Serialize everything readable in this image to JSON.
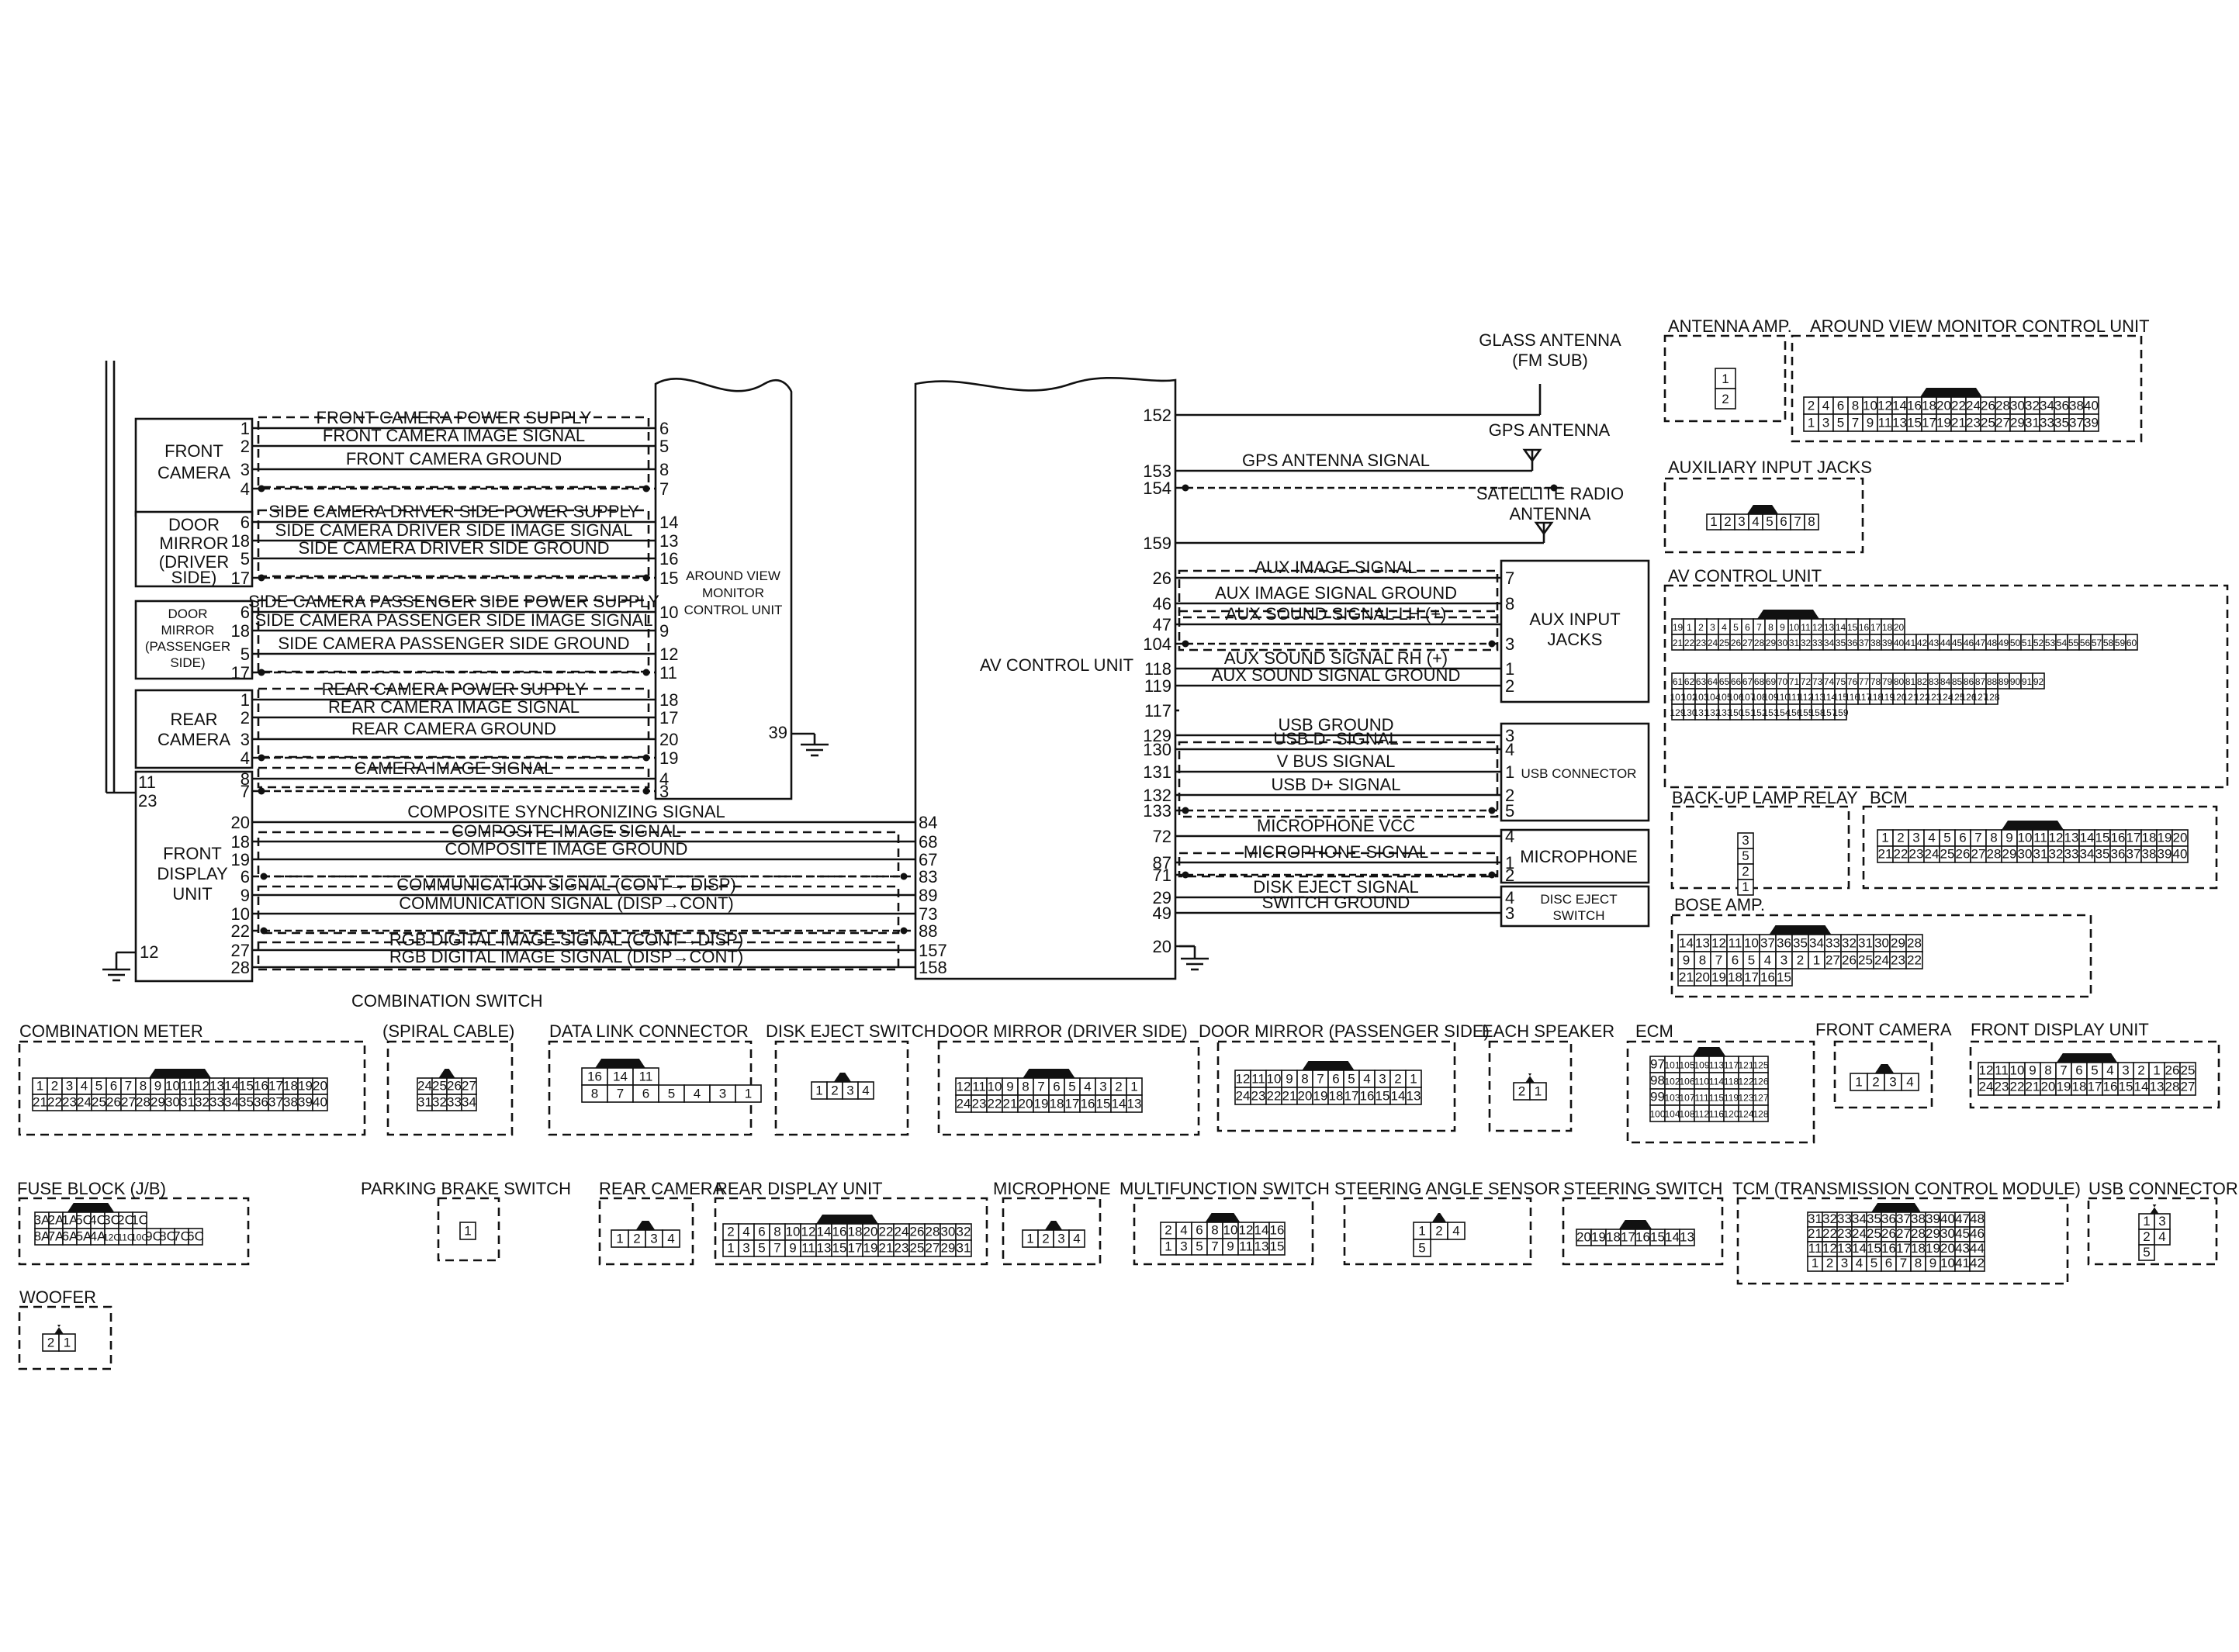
{
  "components": {
    "front_camera": [
      "FRONT",
      "CAMERA"
    ],
    "door_mirror_driver": [
      "DOOR",
      "MIRROR",
      "(DRIVER",
      "SIDE)"
    ],
    "door_mirror_passenger": [
      "DOOR",
      "MIRROR",
      "(PASSENGER",
      "SIDE)"
    ],
    "rear_camera": [
      "REAR",
      "CAMERA"
    ],
    "front_display": [
      "FRONT",
      "DISPLAY",
      "UNIT"
    ],
    "avm_unit": [
      "AROUND VIEW",
      "MONITOR",
      "CONTROL UNIT"
    ],
    "av_control_unit": "AV CONTROL UNIT",
    "glass_antenna": [
      "GLASS ANTENNA",
      "(FM SUB)"
    ],
    "gps_antenna": "GPS ANTENNA",
    "sat_radio_antenna": [
      "SATELLITE RADIO",
      "ANTENNA"
    ],
    "aux_input_jacks": [
      "AUX INPUT",
      "JACKS"
    ],
    "usb_connector": "USB CONNECTOR",
    "microphone": "MICROPHONE",
    "disc_eject_switch": [
      "DISC EJECT",
      "SWITCH"
    ]
  },
  "avm_wires": [
    {
      "label": "FRONT CAMERA POWER SUPPLY",
      "from_pin": "1",
      "to_pin": "6"
    },
    {
      "label": "FRONT CAMERA IMAGE SIGNAL",
      "from_pin": "2",
      "to_pin": "5"
    },
    {
      "label": "FRONT CAMERA GROUND",
      "from_pin": "3",
      "to_pin": "8"
    },
    {
      "label": "",
      "from_pin": "4",
      "to_pin": "7"
    },
    {
      "label": "SIDE CAMERA DRIVER SIDE POWER SUPPLY",
      "from_pin": "6",
      "to_pin": "14"
    },
    {
      "label": "SIDE CAMERA DRIVER SIDE IMAGE SIGNAL",
      "from_pin": "18",
      "to_pin": "13"
    },
    {
      "label": "SIDE CAMERA DRIVER SIDE GROUND",
      "from_pin": "5",
      "to_pin": "16"
    },
    {
      "label": "",
      "from_pin": "17",
      "to_pin": "15"
    },
    {
      "label": "SIDE CAMERA PASSENGER SIDE POWER SUPPLY",
      "from_pin": "6",
      "to_pin": "10"
    },
    {
      "label": "SIDE CAMERA PASSENGER SIDE IMAGE SIGNAL",
      "from_pin": "18",
      "to_pin": "9"
    },
    {
      "label": "SIDE CAMERA PASSENGER SIDE GROUND",
      "from_pin": "5",
      "to_pin": "12"
    },
    {
      "label": "",
      "from_pin": "17",
      "to_pin": "11"
    },
    {
      "label": "REAR CAMERA POWER SUPPLY",
      "from_pin": "1",
      "to_pin": "18"
    },
    {
      "label": "REAR CAMERA IMAGE SIGNAL",
      "from_pin": "2",
      "to_pin": "17"
    },
    {
      "label": "REAR CAMERA GROUND",
      "from_pin": "3",
      "to_pin": "20"
    },
    {
      "label": "",
      "from_pin": "4",
      "to_pin": "19"
    },
    {
      "label": "CAMERA IMAGE SIGNAL",
      "from_pin": "8",
      "to_pin": "4"
    },
    {
      "label": "",
      "from_pin": "7",
      "to_pin": "3"
    }
  ],
  "display_wires": [
    {
      "label": "COMPOSITE SYNCHRONIZING SIGNAL",
      "from_pin": "20",
      "to_pin": "84"
    },
    {
      "label": "COMPOSITE IMAGE SIGNAL",
      "from_pin": "18",
      "to_pin": "68"
    },
    {
      "label": "COMPOSITE IMAGE GROUND",
      "from_pin": "19",
      "to_pin": "67"
    },
    {
      "label": "",
      "from_pin": "6",
      "to_pin": "83"
    },
    {
      "label": "COMMUNICATION SIGNAL (CONT→ DISP)",
      "from_pin": "9",
      "to_pin": "89"
    },
    {
      "label": "COMMUNICATION SIGNAL (DISP→CONT)",
      "from_pin": "10",
      "to_pin": "73"
    },
    {
      "label": "",
      "from_pin": "22",
      "to_pin": "88"
    },
    {
      "label": "RGB DIGITAL IMAGE SIGNAL (CONT→DISP)",
      "from_pin": "27",
      "to_pin": "157"
    },
    {
      "label": "RGB DIGITAL IMAGE SIGNAL (DISP→CONT)",
      "from_pin": "28",
      "to_pin": "158"
    }
  ],
  "fd_extra_pins": [
    "11",
    "23",
    "12"
  ],
  "avm_ground_pin": "39",
  "av_right_wires": [
    {
      "label": "",
      "pin": "152",
      "end": ""
    },
    {
      "label": "GPS ANTENNA SIGNAL",
      "pin": "153",
      "end": ""
    },
    {
      "label": "",
      "pin": "154",
      "end": ""
    },
    {
      "label": "",
      "pin": "159",
      "end": ""
    },
    {
      "label": "AUX IMAGE SIGNAL",
      "pin": "26",
      "end": "7"
    },
    {
      "label": "AUX IMAGE SIGNAL GROUND",
      "pin": "46",
      "end": "8"
    },
    {
      "label": "AUX SOUND SIGNAL LH (+)",
      "pin": "47",
      "end": ""
    },
    {
      "label": "",
      "pin": "104",
      "end": "3"
    },
    {
      "label": "AUX SOUND SIGNAL RH (+)",
      "pin": "118",
      "end": "1"
    },
    {
      "label": "AUX SOUND SIGNAL GROUND",
      "pin": "119",
      "end": "2"
    },
    {
      "label": "",
      "pin": "117",
      "end": ""
    },
    {
      "label": "USB GROUND",
      "pin": "129",
      "end": "3"
    },
    {
      "label": "USB D- SIGNAL",
      "pin": "130",
      "end": "4"
    },
    {
      "label": "V BUS SIGNAL",
      "pin": "131",
      "end": "1"
    },
    {
      "label": "USB D+ SIGNAL",
      "pin": "132",
      "end": "2"
    },
    {
      "label": "",
      "pin": "133",
      "end": "5"
    },
    {
      "label": "MICROPHONE VCC",
      "pin": "72",
      "end": "4"
    },
    {
      "label": "MICROPHONE SIGNAL",
      "pin": "87",
      "end": "1"
    },
    {
      "label": "",
      "pin": "71",
      "end": "2"
    },
    {
      "label": "DISK EJECT SIGNAL",
      "pin": "29",
      "end": "4"
    },
    {
      "label": "SWITCH GROUND",
      "pin": "49",
      "end": "3"
    },
    {
      "label": "",
      "pin": "20",
      "end": ""
    }
  ],
  "connector_views": [
    {
      "title": "ANTENNA AMP.",
      "rows": [
        [
          "1"
        ],
        [
          "2"
        ]
      ]
    },
    {
      "title": "AROUND VIEW MONITOR CONTROL UNIT",
      "rows": [
        [
          "2",
          "4",
          "6",
          "8",
          "10",
          "12",
          "14",
          "16",
          "18",
          "20",
          "22",
          "24",
          "26",
          "28",
          "30",
          "32",
          "34",
          "36",
          "38",
          "40"
        ],
        [
          "1",
          "3",
          "5",
          "7",
          "9",
          "11",
          "13",
          "15",
          "17",
          "19",
          "21",
          "23",
          "25",
          "27",
          "29",
          "31",
          "33",
          "35",
          "37",
          "39"
        ]
      ]
    },
    {
      "title": "AUXILIARY INPUT JACKS",
      "rows": [
        [
          "1",
          "2",
          "3",
          "4",
          "5",
          "6",
          "7",
          "8"
        ]
      ]
    },
    {
      "title": "AV CONTROL UNIT",
      "rows": [
        [
          "19",
          "1",
          "2",
          "3",
          "4",
          "5",
          "6",
          "7",
          "8",
          "9",
          "10",
          "11",
          "12",
          "13",
          "14",
          "15",
          "16",
          "17",
          "18",
          "20"
        ],
        [
          "21",
          "22",
          "23",
          "24",
          "25",
          "26",
          "27",
          "28",
          "29",
          "30",
          "31",
          "32",
          "33",
          "34",
          "35",
          "36",
          "37",
          "38",
          "39",
          "40",
          "41",
          "42",
          "43",
          "44",
          "45",
          "46",
          "47",
          "48",
          "49",
          "50",
          "51",
          "52",
          "53",
          "54",
          "55",
          "56",
          "57",
          "58",
          "59",
          "60"
        ],
        [
          "61",
          "62",
          "63",
          "64",
          "65",
          "66",
          "67",
          "68",
          "69",
          "70",
          "71",
          "72",
          "73",
          "74",
          "75",
          "76",
          "77",
          "78",
          "79",
          "80",
          "81",
          "82",
          "83",
          "84",
          "85",
          "86",
          "87",
          "88",
          "89",
          "90",
          "91",
          "92"
        ],
        [
          "101",
          "102",
          "103",
          "104",
          "105",
          "106",
          "107",
          "108",
          "109",
          "110",
          "111",
          "112",
          "113",
          "114",
          "115",
          "116",
          "117",
          "118",
          "119",
          "120",
          "121",
          "122",
          "123",
          "124",
          "125",
          "126",
          "127",
          "128"
        ],
        [
          "129",
          "130",
          "131",
          "132",
          "133",
          "150",
          "151",
          "152",
          "153",
          "154",
          "156",
          "155",
          "158",
          "157",
          "159"
        ]
      ]
    },
    {
      "title": "BACK-UP LAMP RELAY",
      "rows": [
        [
          "3"
        ],
        [
          "5"
        ],
        [
          "2",
          "1"
        ]
      ]
    },
    {
      "title": "BCM",
      "rows": [
        [
          "1",
          "2",
          "3",
          "4",
          "5",
          "6",
          "7",
          "8",
          "9",
          "10",
          "11",
          "12",
          "13",
          "14",
          "15",
          "16",
          "17",
          "18",
          "19",
          "20"
        ],
        [
          "21",
          "22",
          "23",
          "24",
          "25",
          "26",
          "27",
          "28",
          "29",
          "30",
          "31",
          "32",
          "33",
          "34",
          "35",
          "36",
          "37",
          "38",
          "39",
          "40"
        ]
      ]
    },
    {
      "title": "BOSE AMP.",
      "rows": [
        [
          "14",
          "13",
          "12",
          "11",
          "10",
          "37",
          "36",
          "35",
          "34",
          "33",
          "32",
          "31",
          "30",
          "29",
          "28"
        ],
        [
          "9",
          "8",
          "7",
          "6",
          "5",
          "4",
          "3",
          "2",
          "1",
          "27",
          "26",
          "25",
          "24",
          "23",
          "22",
          "21",
          "20",
          "19",
          "18",
          "17",
          "16",
          "15"
        ]
      ]
    },
    {
      "title": "COMBINATION SWITCH",
      "rows": []
    },
    {
      "title": "COMBINATION METER",
      "rows": [
        [
          "1",
          "2",
          "3",
          "4",
          "5",
          "6",
          "7",
          "8",
          "9",
          "10",
          "11",
          "12",
          "13",
          "14",
          "15",
          "16",
          "17",
          "18",
          "19",
          "20"
        ],
        [
          "21",
          "22",
          "23",
          "24",
          "25",
          "26",
          "27",
          "28",
          "29",
          "30",
          "31",
          "32",
          "33",
          "34",
          "35",
          "36",
          "37",
          "38",
          "39",
          "40"
        ]
      ]
    },
    {
      "title": "(SPIRAL CABLE)",
      "rows": [
        [
          "24",
          "25",
          "26",
          "27"
        ],
        [
          "31",
          "32",
          "33",
          "34"
        ]
      ]
    },
    {
      "title": "DATA LINK CONNECTOR",
      "rows": [
        [
          "16",
          "14",
          "11"
        ],
        [
          "8",
          "7",
          "6",
          "5",
          "4",
          "3",
          "1"
        ]
      ]
    },
    {
      "title": "DISK EJECT SWITCH",
      "rows": [
        [
          "1",
          "2",
          "3",
          "4"
        ]
      ]
    },
    {
      "title": "DOOR MIRROR (DRIVER SIDE)",
      "rows": [
        [
          "12",
          "11",
          "10",
          "9",
          "8",
          "7",
          "6",
          "5",
          "4",
          "3",
          "2",
          "1"
        ],
        [
          "24",
          "23",
          "22",
          "21",
          "20",
          "19",
          "18",
          "17",
          "16",
          "15",
          "14",
          "13"
        ]
      ]
    },
    {
      "title": "DOOR MIRROR (PASSENGER SIDE)",
      "rows": [
        [
          "12",
          "11",
          "10",
          "9",
          "8",
          "7",
          "6",
          "5",
          "4",
          "3",
          "2",
          "1"
        ],
        [
          "24",
          "23",
          "22",
          "21",
          "20",
          "19",
          "18",
          "17",
          "16",
          "15",
          "14",
          "13"
        ]
      ]
    },
    {
      "title": "EACH SPEAKER",
      "rows": [
        [
          "2",
          "1"
        ]
      ]
    },
    {
      "title": "ECM",
      "rows": [
        [
          "97",
          "101",
          "105",
          "109",
          "113",
          "117",
          "121",
          "125"
        ],
        [
          "98",
          "102",
          "106",
          "110",
          "114",
          "118",
          "122",
          "126"
        ],
        [
          "99",
          "103",
          "107",
          "111",
          "115",
          "119",
          "123",
          "127"
        ],
        [
          "100",
          "104",
          "108",
          "112",
          "116",
          "120",
          "124",
          "128"
        ]
      ]
    },
    {
      "title": "FRONT CAMERA",
      "rows": [
        [
          "1",
          "2",
          "3",
          "4"
        ]
      ]
    },
    {
      "title": "FRONT DISPLAY UNIT",
      "rows": [
        [
          "12",
          "11",
          "10",
          "9",
          "8",
          "7",
          "6",
          "5",
          "4",
          "3",
          "2",
          "1",
          "26",
          "25"
        ],
        [
          "24",
          "23",
          "22",
          "21",
          "20",
          "19",
          "18",
          "17",
          "16",
          "15",
          "14",
          "13",
          "28",
          "27"
        ]
      ]
    },
    {
      "title": "FUSE BLOCK (J/B)",
      "rows": [
        [
          "3A",
          "2A",
          "1A",
          "5C",
          "4C",
          "3C",
          "2C",
          "1C"
        ],
        [
          "8A",
          "7A",
          "6A",
          "5A",
          "4A",
          "12C",
          "11C",
          "10C",
          "9C",
          "8C",
          "7C",
          "6C"
        ]
      ]
    },
    {
      "title": "PARKING BRAKE SWITCH",
      "rows": [
        [
          "1"
        ]
      ]
    },
    {
      "title": "REAR CAMERA",
      "rows": [
        [
          "1",
          "2",
          "3",
          "4"
        ]
      ]
    },
    {
      "title": "REAR DISPLAY UNIT",
      "rows": [
        [
          "2",
          "4",
          "6",
          "8",
          "10",
          "12",
          "14",
          "16",
          "18",
          "20",
          "22",
          "24",
          "26",
          "28",
          "30",
          "32"
        ],
        [
          "1",
          "3",
          "5",
          "7",
          "9",
          "11",
          "13",
          "15",
          "17",
          "19",
          "21",
          "23",
          "25",
          "27",
          "29",
          "31"
        ]
      ]
    },
    {
      "title": "MICROPHONE",
      "rows": [
        [
          "1",
          "2",
          "3",
          "4"
        ]
      ]
    },
    {
      "title": "MULTIFUNCTION SWITCH",
      "rows": [
        [
          "2",
          "4",
          "6",
          "8",
          "10",
          "12",
          "14",
          "16"
        ],
        [
          "1",
          "3",
          "5",
          "7",
          "9",
          "11",
          "13",
          "15"
        ]
      ]
    },
    {
      "title": "STEERING ANGLE SENSOR",
      "rows": [
        [
          "1",
          "2",
          "4"
        ],
        [
          "5"
        ]
      ]
    },
    {
      "title": "STEERING SWITCH",
      "rows": [
        [
          "20",
          "19",
          "18",
          "17",
          "16",
          "15",
          "14",
          "13"
        ]
      ]
    },
    {
      "title": "TCM (TRANSMISSION CONTROL MODULE)",
      "rows": [
        [
          "31",
          "32",
          "33",
          "34",
          "35",
          "36",
          "37",
          "38",
          "39",
          "40",
          "47",
          "48"
        ],
        [
          "21",
          "22",
          "23",
          "24",
          "25",
          "26",
          "27",
          "28",
          "29",
          "30",
          "45",
          "46"
        ],
        [
          "11",
          "12",
          "13",
          "14",
          "15",
          "16",
          "17",
          "18",
          "19",
          "20",
          "43",
          "44"
        ],
        [
          "1",
          "2",
          "3",
          "4",
          "5",
          "6",
          "7",
          "8",
          "9",
          "10",
          "41",
          "42"
        ]
      ]
    },
    {
      "title": "USB CONNECTOR",
      "rows": [
        [
          "1",
          "3"
        ],
        [
          "2",
          "4"
        ],
        [
          "5"
        ]
      ]
    },
    {
      "title": "WOOFER",
      "rows": [
        [
          "2",
          "1"
        ]
      ]
    }
  ]
}
